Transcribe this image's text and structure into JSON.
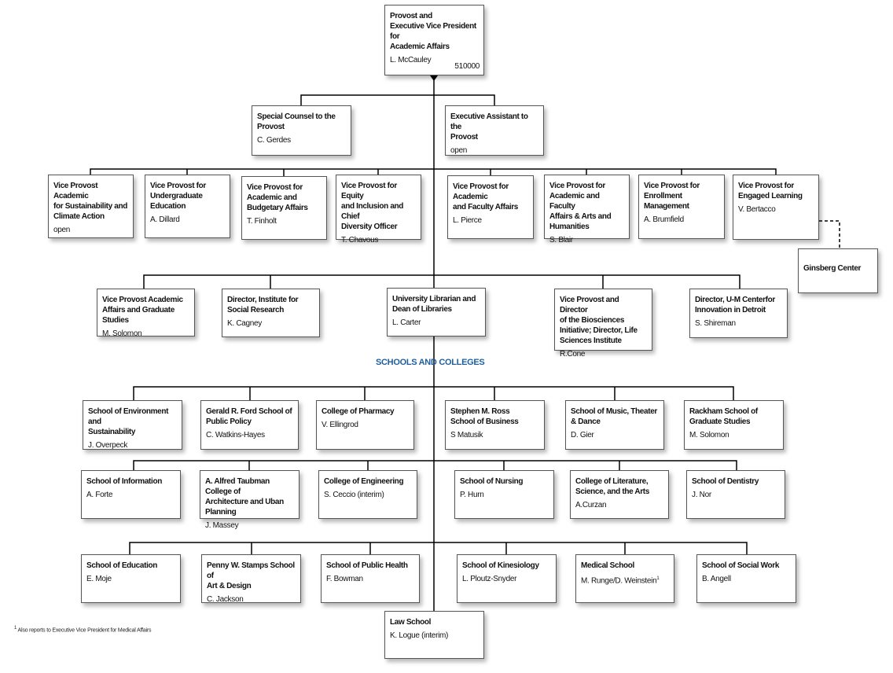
{
  "colors": {
    "section_heading": "#1f5fa0",
    "lines": "#000000"
  },
  "provost": {
    "title": "Provost and\nExecutive Vice President for\nAcademic Affairs",
    "name": "L. McCauley",
    "code": "510000"
  },
  "staff": [
    {
      "title": "Special Counsel to the\nProvost",
      "name": "C. Gerdes"
    },
    {
      "title": "Executive Assistant to the\nProvost",
      "name": "open"
    }
  ],
  "vice_provosts": [
    {
      "title": "Vice Provost Academic\nfor Sustainability and\nClimate Action",
      "name": "open"
    },
    {
      "title": "Vice Provost for\nUndergraduate\nEducation",
      "name": "A. Dillard"
    },
    {
      "title": "Vice Provost for\nAcademic and\nBudgetary Affairs",
      "name": "T. Finholt"
    },
    {
      "title": "Vice Provost for Equity\nand  Inclusion and Chief\nDiversity Officer",
      "name": "T. Chavous"
    },
    {
      "title": "Vice Provost for\nAcademic\nand Faculty Affairs",
      "name": "L. Pierce"
    },
    {
      "title": "Vice Provost for\nAcademic and Faculty\nAffairs & Arts and\nHumanities",
      "name": "S. Blair"
    },
    {
      "title": "Vice Provost for\nEnrollment\nManagement",
      "name": "A. Brumfield"
    },
    {
      "title": "Vice Provost for\nEngaged Learning",
      "name": "V. Bertacco"
    }
  ],
  "ginsberg": {
    "title": "Ginsberg Center"
  },
  "directors": [
    {
      "title": "Vice Provost Academic\nAffairs and Graduate\nStudies",
      "name": "M. Solomon"
    },
    {
      "title": "Director, Institute for\nSocial Research",
      "name": "K. Cagney"
    },
    {
      "title": "University Librarian and\nDean of Libraries",
      "name": "L. Carter"
    },
    {
      "title": "Vice Provost and Director\nof the Biosciences\nInitiative; Director, Life\nSciences Institute",
      "name": "R.Cone"
    },
    {
      "title": "Director, U-M Centerfor\nInnovation in Detroit",
      "name": "S. Shireman"
    }
  ],
  "section_heading": "SCHOOLS AND COLLEGES",
  "schools": [
    {
      "title": "School of Environment and\nSustainability",
      "name": "J. Overpeck"
    },
    {
      "title": "Gerald R. Ford School of\nPublic Policy",
      "name": "C. Watkins-Hayes"
    },
    {
      "title": "College of Pharmacy",
      "name": "V. Ellingrod"
    },
    {
      "title": "Stephen M. Ross\nSchool of Business",
      "name": "S Matusik"
    },
    {
      "title": "School of Music, Theater\n& Dance",
      "name": "D. Gier"
    },
    {
      "title": "Rackham School of\nGraduate Studies",
      "name": "M. Solomon"
    },
    {
      "title": "School of Information",
      "name": "A. Forte"
    },
    {
      "title": "A. Alfred Taubman College of\nArchitecture and Uban\nPlanning",
      "name": "J. Massey"
    },
    {
      "title": "College of Engineering",
      "name": "S. Ceccio (interim)"
    },
    {
      "title": "School of Nursing",
      "name": "P. Hurn"
    },
    {
      "title": "College of Literature,\nScience, and the Arts",
      "name": "A.Curzan"
    },
    {
      "title": "School of Dentistry",
      "name": "J. Nor"
    },
    {
      "title": "School of Education",
      "name": "E. Moje"
    },
    {
      "title": "Penny W. Stamps School of\nArt & Design",
      "name": "C. Jackson"
    },
    {
      "title": "School of Public Health",
      "name": "F. Bowman"
    },
    {
      "title": "School of Kinesiology",
      "name": "L. Ploutz-Snyder"
    },
    {
      "title": "Medical School",
      "name": "M. Runge/D. Weinstein",
      "footnote_mark": "1"
    },
    {
      "title": "School of Social Work",
      "name": "B. Angell"
    },
    {
      "title": "Law School",
      "name": "K. Logue (interim)"
    }
  ],
  "footnote": {
    "mark": "1",
    "text": "Also reports to Executive Vice President for Medical Affairs"
  }
}
